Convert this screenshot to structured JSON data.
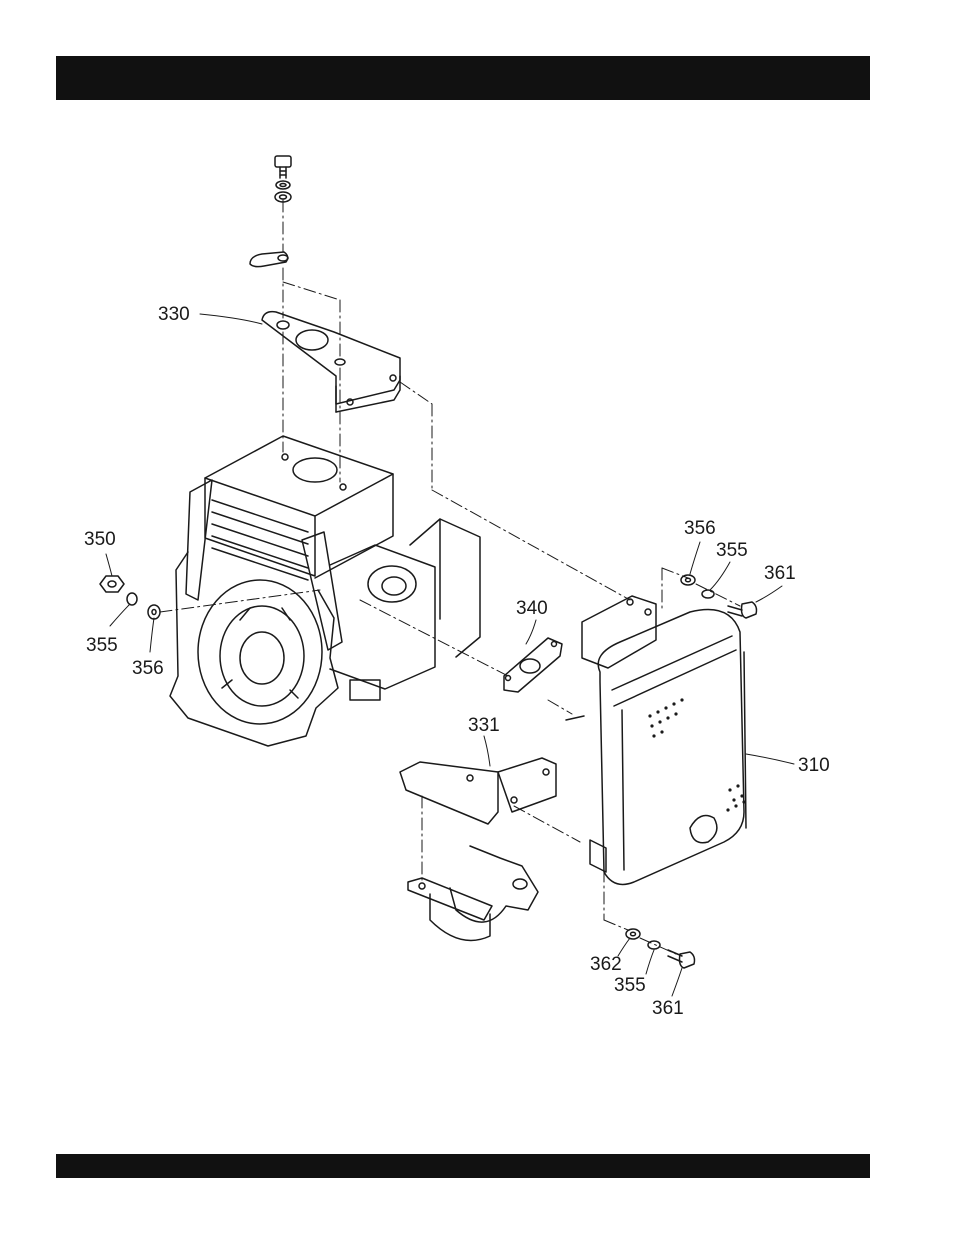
{
  "callouts": {
    "c330": "330",
    "c350": "350",
    "c355a": "355",
    "c356a": "356",
    "c340": "340",
    "c331": "331",
    "c356b": "356",
    "c355b": "355",
    "c361a": "361",
    "c310": "310",
    "c362": "362",
    "c355c": "355",
    "c361b": "361"
  },
  "colors": {
    "ink": "#1a1a1a",
    "bar": "#111111",
    "paper": "#ffffff"
  }
}
